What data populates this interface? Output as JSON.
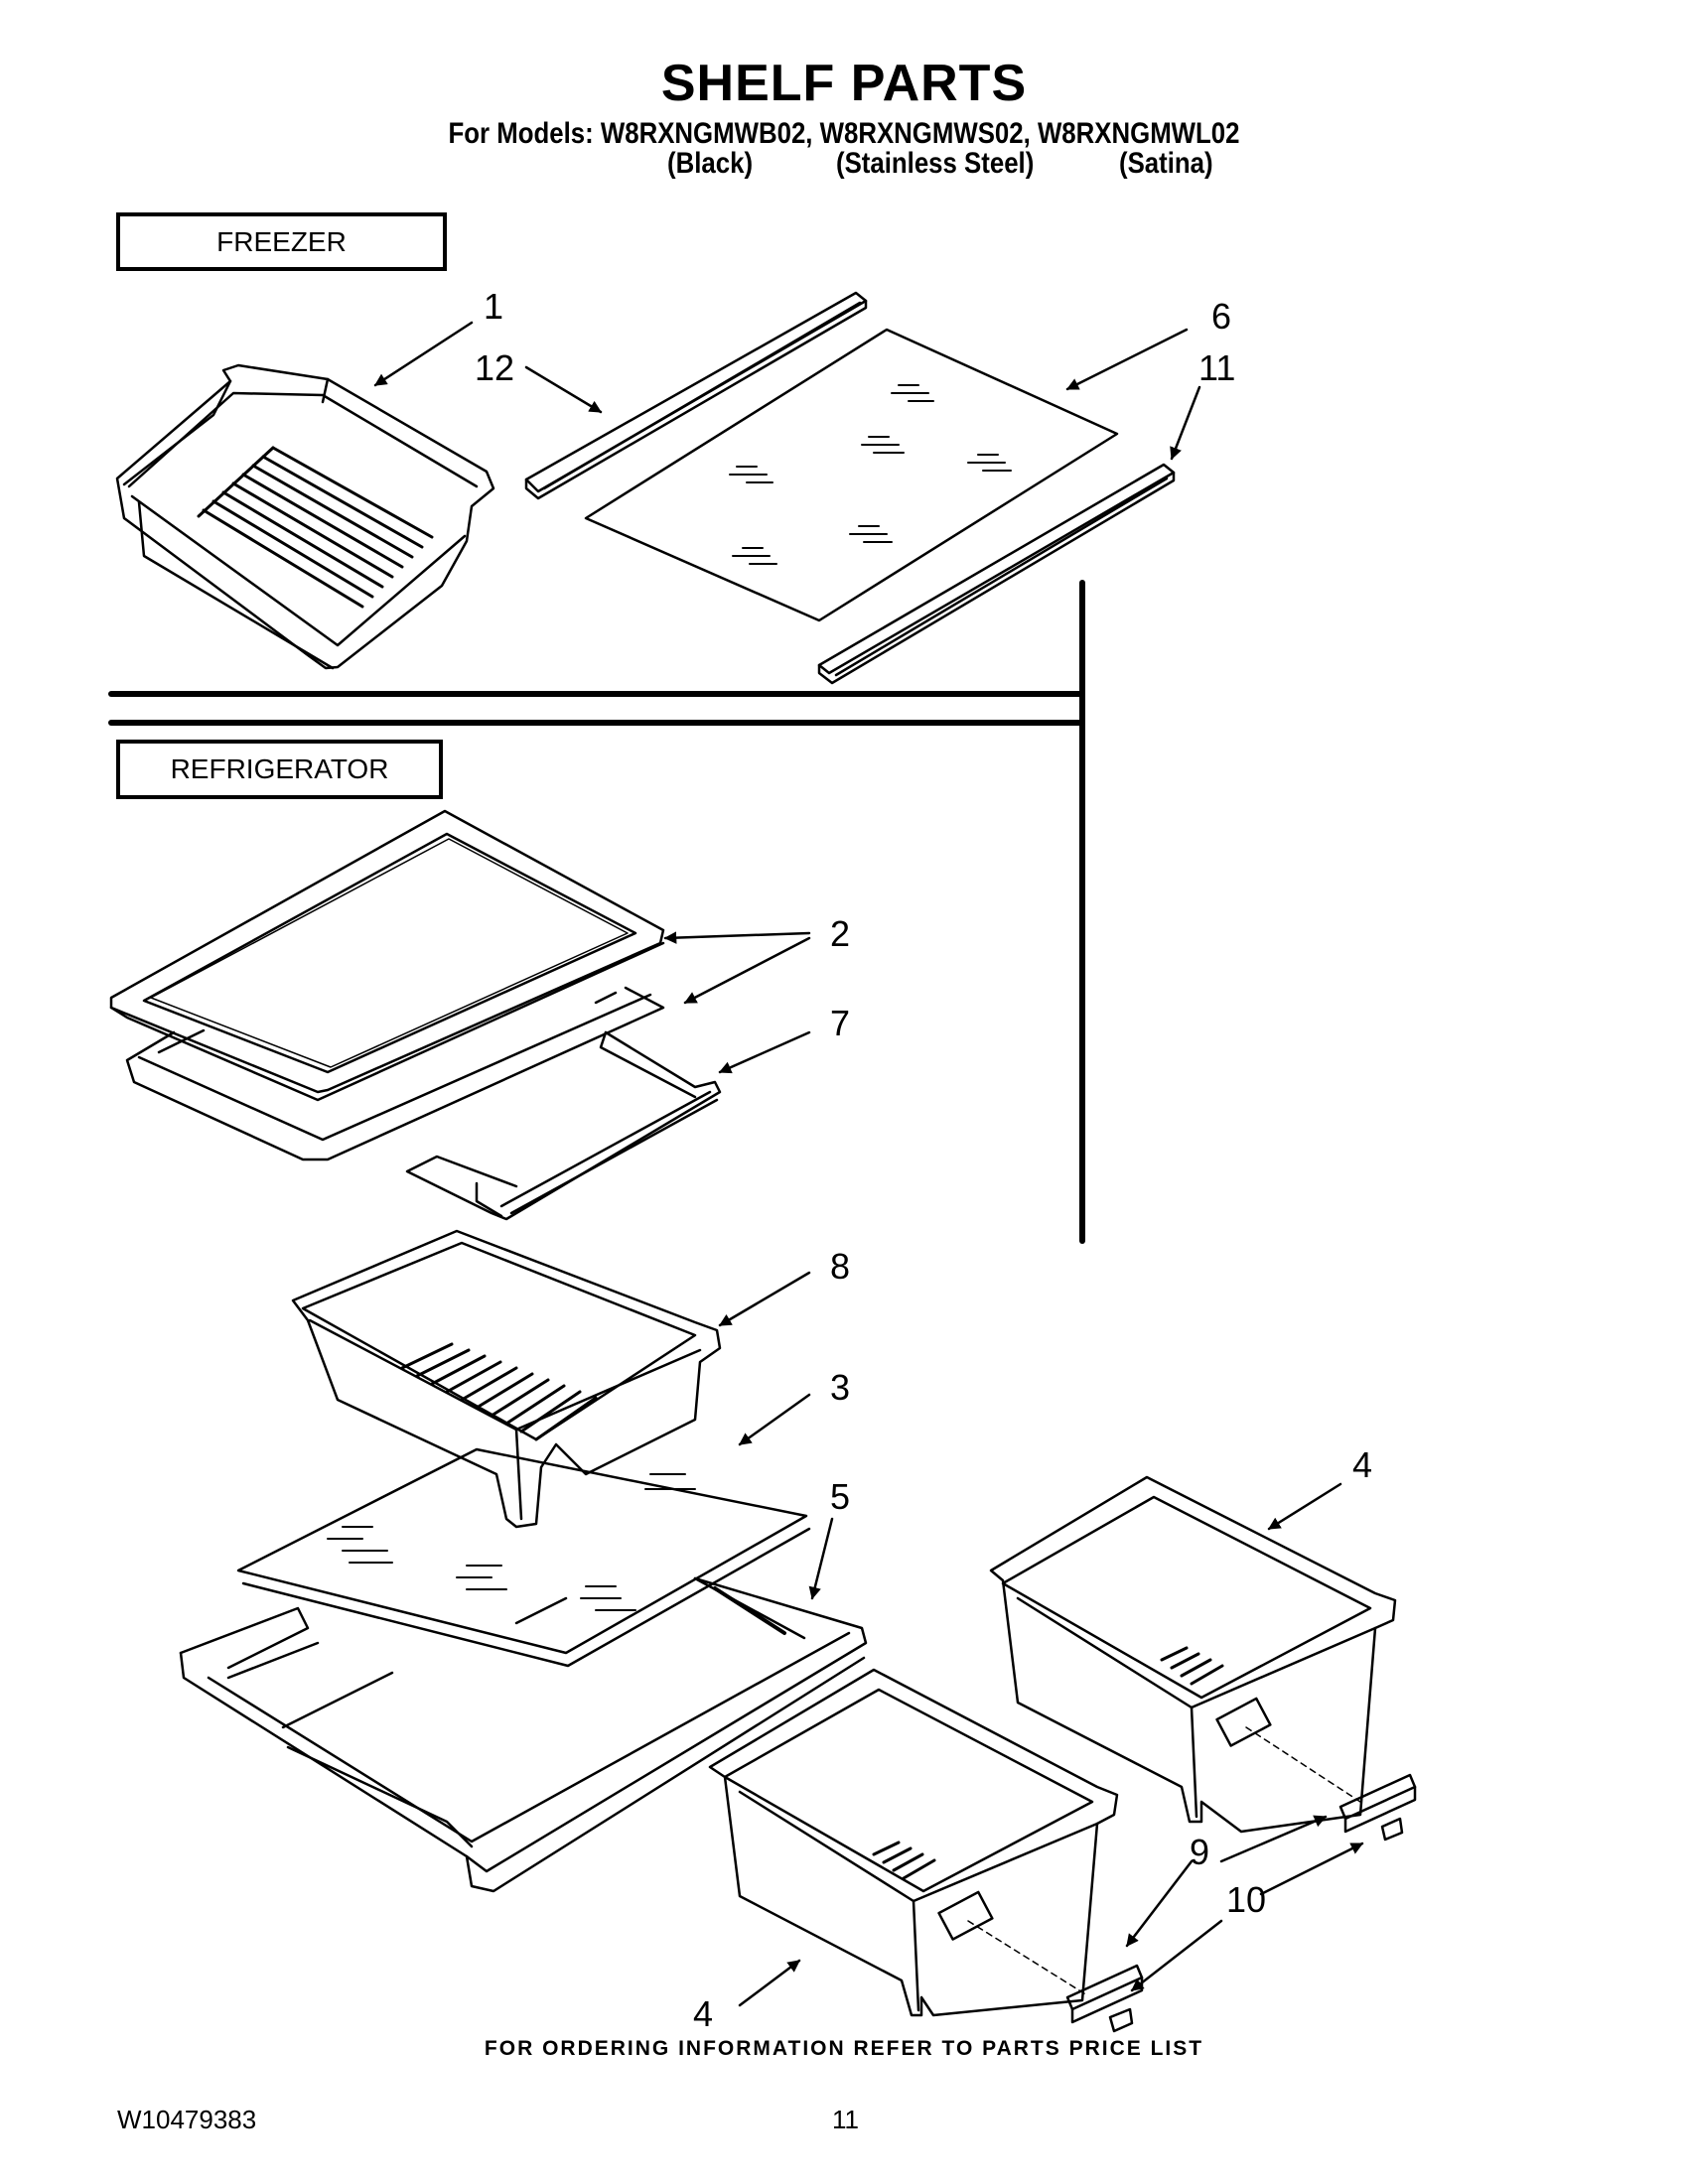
{
  "header": {
    "title": "SHELF PARTS",
    "models_line": "For Models: W8RXNGMWB02, W8RXNGMWS02, W8RXNGMWL02",
    "variants": [
      "(Black)",
      "(Stainless Steel)",
      "(Satina)"
    ]
  },
  "sections": {
    "freezer": "FREEZER",
    "refrigerator": "REFRIGERATOR"
  },
  "callouts": {
    "c1": "1",
    "c12": "12",
    "c6": "6",
    "c11": "11",
    "c2": "2",
    "c7": "7",
    "c8": "8",
    "c3": "3",
    "c5": "5",
    "c4a": "4",
    "c4b": "4",
    "c9": "9",
    "c10": "10"
  },
  "footer": {
    "ordering_note": "FOR ORDERING INFORMATION REFER TO PARTS PRICE LIST",
    "doc_number": "W10479383",
    "page_number": "11"
  }
}
